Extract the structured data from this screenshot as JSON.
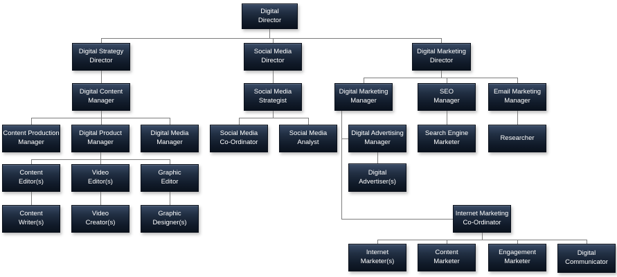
{
  "diagram": {
    "type": "org-chart",
    "background_color": "#ffffff",
    "box_fill_top": "#3a4b66",
    "box_fill_bottom": "#0a121d",
    "box_text_color": "#ffffff",
    "connector_color": "#7d7d7d"
  },
  "nodes": {
    "digital_director": {
      "label": "Digital\nDirector",
      "reports_to": null
    },
    "digital_strategy_director": {
      "label": "Digital Strategy\nDirector",
      "reports_to": "Digital Director"
    },
    "social_media_director": {
      "label": "Social Media\nDirector",
      "reports_to": "Digital Director"
    },
    "digital_marketing_director": {
      "label": "Digital Marketing\nDirector",
      "reports_to": "Digital Director"
    },
    "digital_content_manager": {
      "label": "Digital Content\nManager",
      "reports_to": "Digital Strategy Director"
    },
    "social_media_strategist": {
      "label": "Social Media\nStrategist",
      "reports_to": "Social Media Director"
    },
    "digital_marketing_manager": {
      "label": "Digital Marketing\nManager",
      "reports_to": "Digital Marketing Director"
    },
    "seo_manager": {
      "label": "SEO\nManager",
      "reports_to": "Digital Marketing Director"
    },
    "email_marketing_manager": {
      "label": "Email Marketing\nManager",
      "reports_to": "Digital Marketing Director"
    },
    "content_production_manager": {
      "label": "Content Production\nManager",
      "reports_to": "Digital Content Manager"
    },
    "digital_product_manager": {
      "label": "Digital Product\nManager",
      "reports_to": "Digital Content Manager"
    },
    "digital_media_manager": {
      "label": "Digital Media\nManager",
      "reports_to": "Digital Content Manager"
    },
    "social_media_coordinator": {
      "label": "Social Media\nCo-Ordinator",
      "reports_to": "Social Media Strategist"
    },
    "social_media_analyst": {
      "label": "Social Media\nAnalyst",
      "reports_to": "Social Media Strategist"
    },
    "digital_advertising_manager": {
      "label": "Digital Advertising\nManager",
      "reports_to": "Digital Marketing Manager"
    },
    "search_engine_marketer": {
      "label": "Search Engine\nMarketer",
      "reports_to": "SEO Manager"
    },
    "researcher": {
      "label": "Researcher",
      "reports_to": "Email Marketing Manager"
    },
    "content_editors": {
      "label": "Content\nEditor(s)",
      "reports_to": "Digital Product Manager"
    },
    "video_editors": {
      "label": "Video\nEditor(s)",
      "reports_to": "Digital Product Manager"
    },
    "graphic_editor": {
      "label": "Graphic\nEditor",
      "reports_to": "Digital Product Manager"
    },
    "content_writers": {
      "label": "Content\nWriter(s)",
      "reports_to": "Content Editor(s)"
    },
    "video_creators": {
      "label": "Video\nCreator(s)",
      "reports_to": "Video Editor(s)"
    },
    "graphic_designers": {
      "label": "Graphic\nDesigner(s)",
      "reports_to": "Graphic Editor"
    },
    "digital_advertisers": {
      "label": "Digital\nAdvertiser(s)",
      "reports_to": "Digital Advertising Manager"
    },
    "internet_marketing_coordinator": {
      "label": "Internet Marketing\nCo-Ordinator",
      "reports_to": "Digital Marketing Manager"
    },
    "internet_marketers": {
      "label": "Internet\nMarketer(s)",
      "reports_to": "Internet Marketing Co-Ordinator"
    },
    "content_marketer": {
      "label": "Content\nMarketer",
      "reports_to": "Internet Marketing Co-Ordinator"
    },
    "engagement_marketer": {
      "label": "Engagement\nMarketer",
      "reports_to": "Internet Marketing Co-Ordinator"
    },
    "digital_communicator": {
      "label": "Digital\nCommunicator",
      "reports_to": "Internet Marketing Co-Ordinator"
    }
  }
}
